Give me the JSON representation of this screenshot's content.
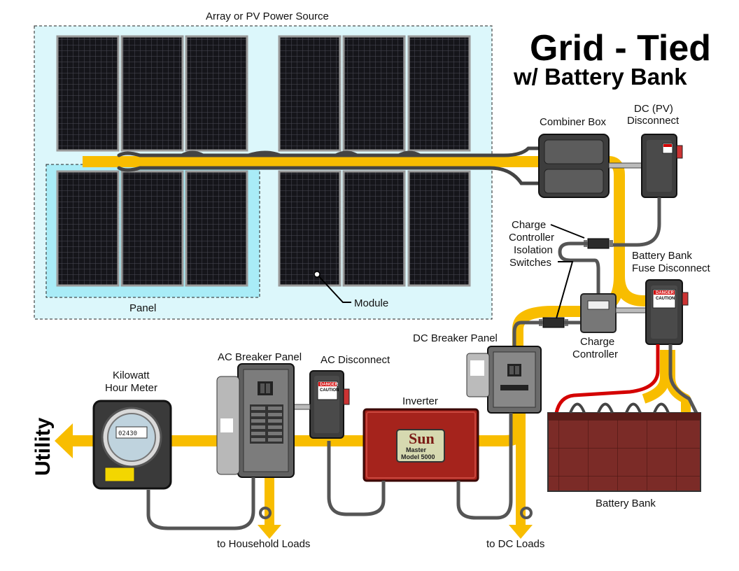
{
  "title": {
    "line1": "Grid - Tied",
    "line2": "w/ Battery Bank"
  },
  "labels": {
    "array": "Array or PV Power Source",
    "panel": "Panel",
    "module": "Module",
    "combiner_box": "Combiner Box",
    "dc_disconnect_1": "DC (PV)",
    "dc_disconnect_2": "Disconnect",
    "cc_iso_1": "Charge",
    "cc_iso_2": "Controller",
    "cc_iso_3": "Isolation",
    "cc_iso_4": "Switches",
    "bb_fuse_1": "Battery Bank",
    "bb_fuse_2": "Fuse Disconnect",
    "charge_controller_1": "Charge",
    "charge_controller_2": "Controller",
    "dc_breaker_panel": "DC  Breaker Panel",
    "ac_breaker_panel": "AC Breaker Panel",
    "ac_disconnect": "AC Disconnect",
    "kwh_meter_1": "Kilowatt",
    "kwh_meter_2": "Hour Meter",
    "inverter": "Inverter",
    "battery_bank": "Battery Bank",
    "utility": "Utility",
    "household_loads": "to Household Loads",
    "dc_loads": "to DC Loads"
  },
  "device_text": {
    "sun": "Sun",
    "master": "Master",
    "model": "Model 5000",
    "danger": "DANGER",
    "caution": "CAUTION",
    "meter_reading": "02430"
  },
  "colors": {
    "flow": "#f8bd00",
    "wire": "#505050",
    "panel_cell": "#1b1b20",
    "array_bg": "#dcf7fb",
    "panel_bg": "#a9ecf7",
    "inverter": "#a5231c",
    "battery": "#7a2a26",
    "red_wire": "#d40000"
  }
}
